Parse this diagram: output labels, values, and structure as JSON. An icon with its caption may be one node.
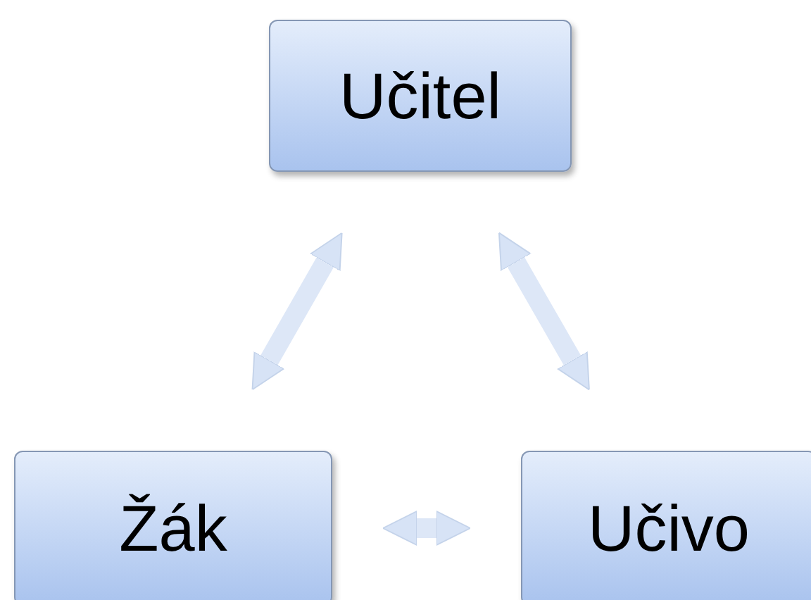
{
  "diagram": {
    "nodes": [
      {
        "text": [
          "Učitel"
        ]
      },
      {
        "text": [
          "Žák"
        ]
      },
      {
        "text": [
          "Učivo"
        ]
      }
    ],
    "edges": [
      {
        "from": 0,
        "to": 1,
        "arrow": "both"
      },
      {
        "from": 0,
        "to": 2,
        "arrow": "both"
      },
      {
        "from": 1,
        "to": 2,
        "arrow": "both"
      }
    ]
  }
}
